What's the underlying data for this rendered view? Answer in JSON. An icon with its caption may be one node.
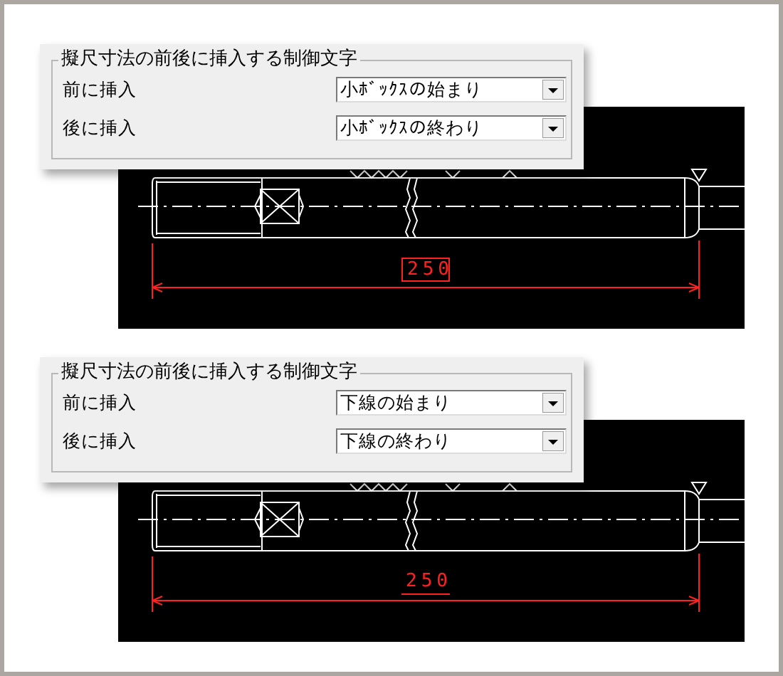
{
  "diagram": {
    "nodes": [
      {
        "text": [
          "擬尺寸法の前後に挿入する制御文字"
        ]
      },
      {
        "text": [
          "擬尺寸法の前後に挿入する制御文字"
        ]
      }
    ],
    "labels": [
      "前に挿入",
      "小ﾎﾞｯｸｽの始まり",
      "後に挿入",
      "小ﾎﾞｯｸｽの終わり",
      "250",
      "前に挿入",
      "下線の始まり",
      "後に挿入",
      "下線の終わり",
      "250"
    ]
  }
}
